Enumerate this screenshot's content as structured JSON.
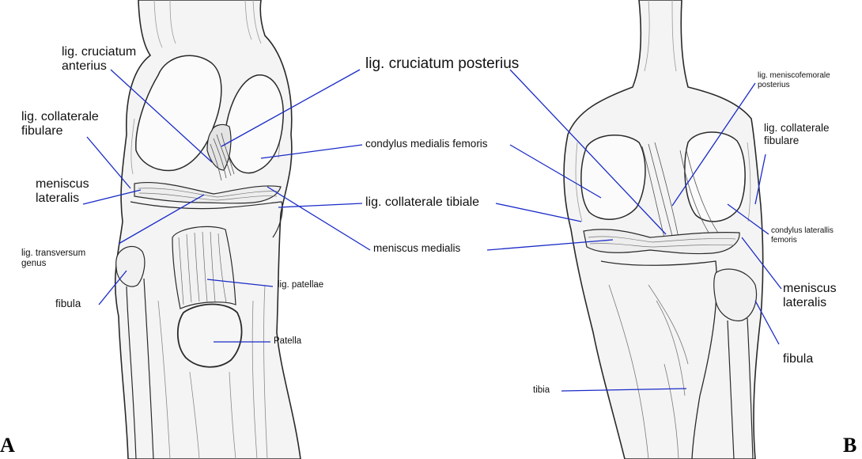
{
  "panels": {
    "a_letter": "A",
    "b_letter": "B"
  },
  "labels_a": {
    "cruciatum_anterius_1": "lig. cruciatum",
    "cruciatum_anterius_2": "anterius",
    "collaterale_fibulare_1": "lig. collaterale",
    "collaterale_fibulare_2": "fibulare",
    "meniscus_lateralis_1": "meniscus",
    "meniscus_lateralis_2": "lateralis",
    "transversum_1": "lig. transversum",
    "transversum_2": "genus",
    "fibula": "fibula",
    "patellae": "lig. patellae",
    "patella": "Patella"
  },
  "labels_center": {
    "cruciatum_posterius": "lig. cruciatum posterius",
    "condylus_medialis": "condylus medialis femoris",
    "collaterale_tibiale": "lig. collaterale tibiale",
    "meniscus_medialis": "meniscus medialis"
  },
  "labels_b": {
    "meniscofemorale_1": "lig. meniscofemorale",
    "meniscofemorale_2": "posterius",
    "collaterale_fibulare_1": "lig. collaterale",
    "collaterale_fibulare_2": "fibulare",
    "condylus_lateralis_1": "condylus laterallis",
    "condylus_lateralis_2": "femoris",
    "meniscus_lateralis_1": "meniscus",
    "meniscus_lateralis_2": "lateralis",
    "fibula": "fibula",
    "tibia": "tibia"
  },
  "colors": {
    "leader_line": "#1a2bc8",
    "outline": "#2a2a2a",
    "bone_fill": "#f4f4f4",
    "shade": "#9a9a9a"
  }
}
